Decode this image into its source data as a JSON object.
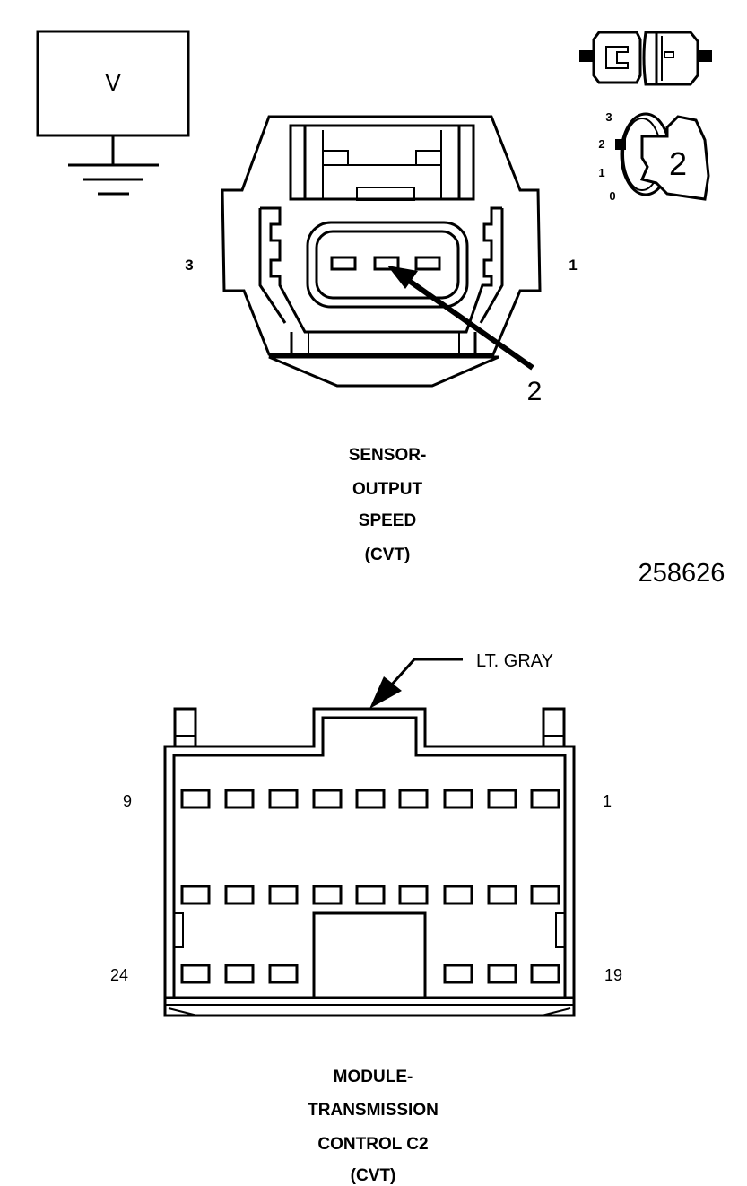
{
  "meter": {
    "symbol": "V"
  },
  "key_position": {
    "ticks": [
      "3",
      "2",
      "1",
      "0"
    ],
    "value": "2"
  },
  "sensor_connector": {
    "pin_left": "3",
    "pin_right": "1",
    "callout": "2",
    "caption": [
      "SENSOR-",
      "OUTPUT",
      "SPEED",
      "(CVT)"
    ]
  },
  "figure_id": "258626",
  "module_connector": {
    "color_label": "LT. GRAY",
    "pin_top_left": "9",
    "pin_top_right": "1",
    "pin_bottom_left": "24",
    "pin_bottom_right": "19",
    "caption": [
      "MODULE-",
      "TRANSMISSION",
      "CONTROL C2",
      "(CVT)"
    ]
  }
}
